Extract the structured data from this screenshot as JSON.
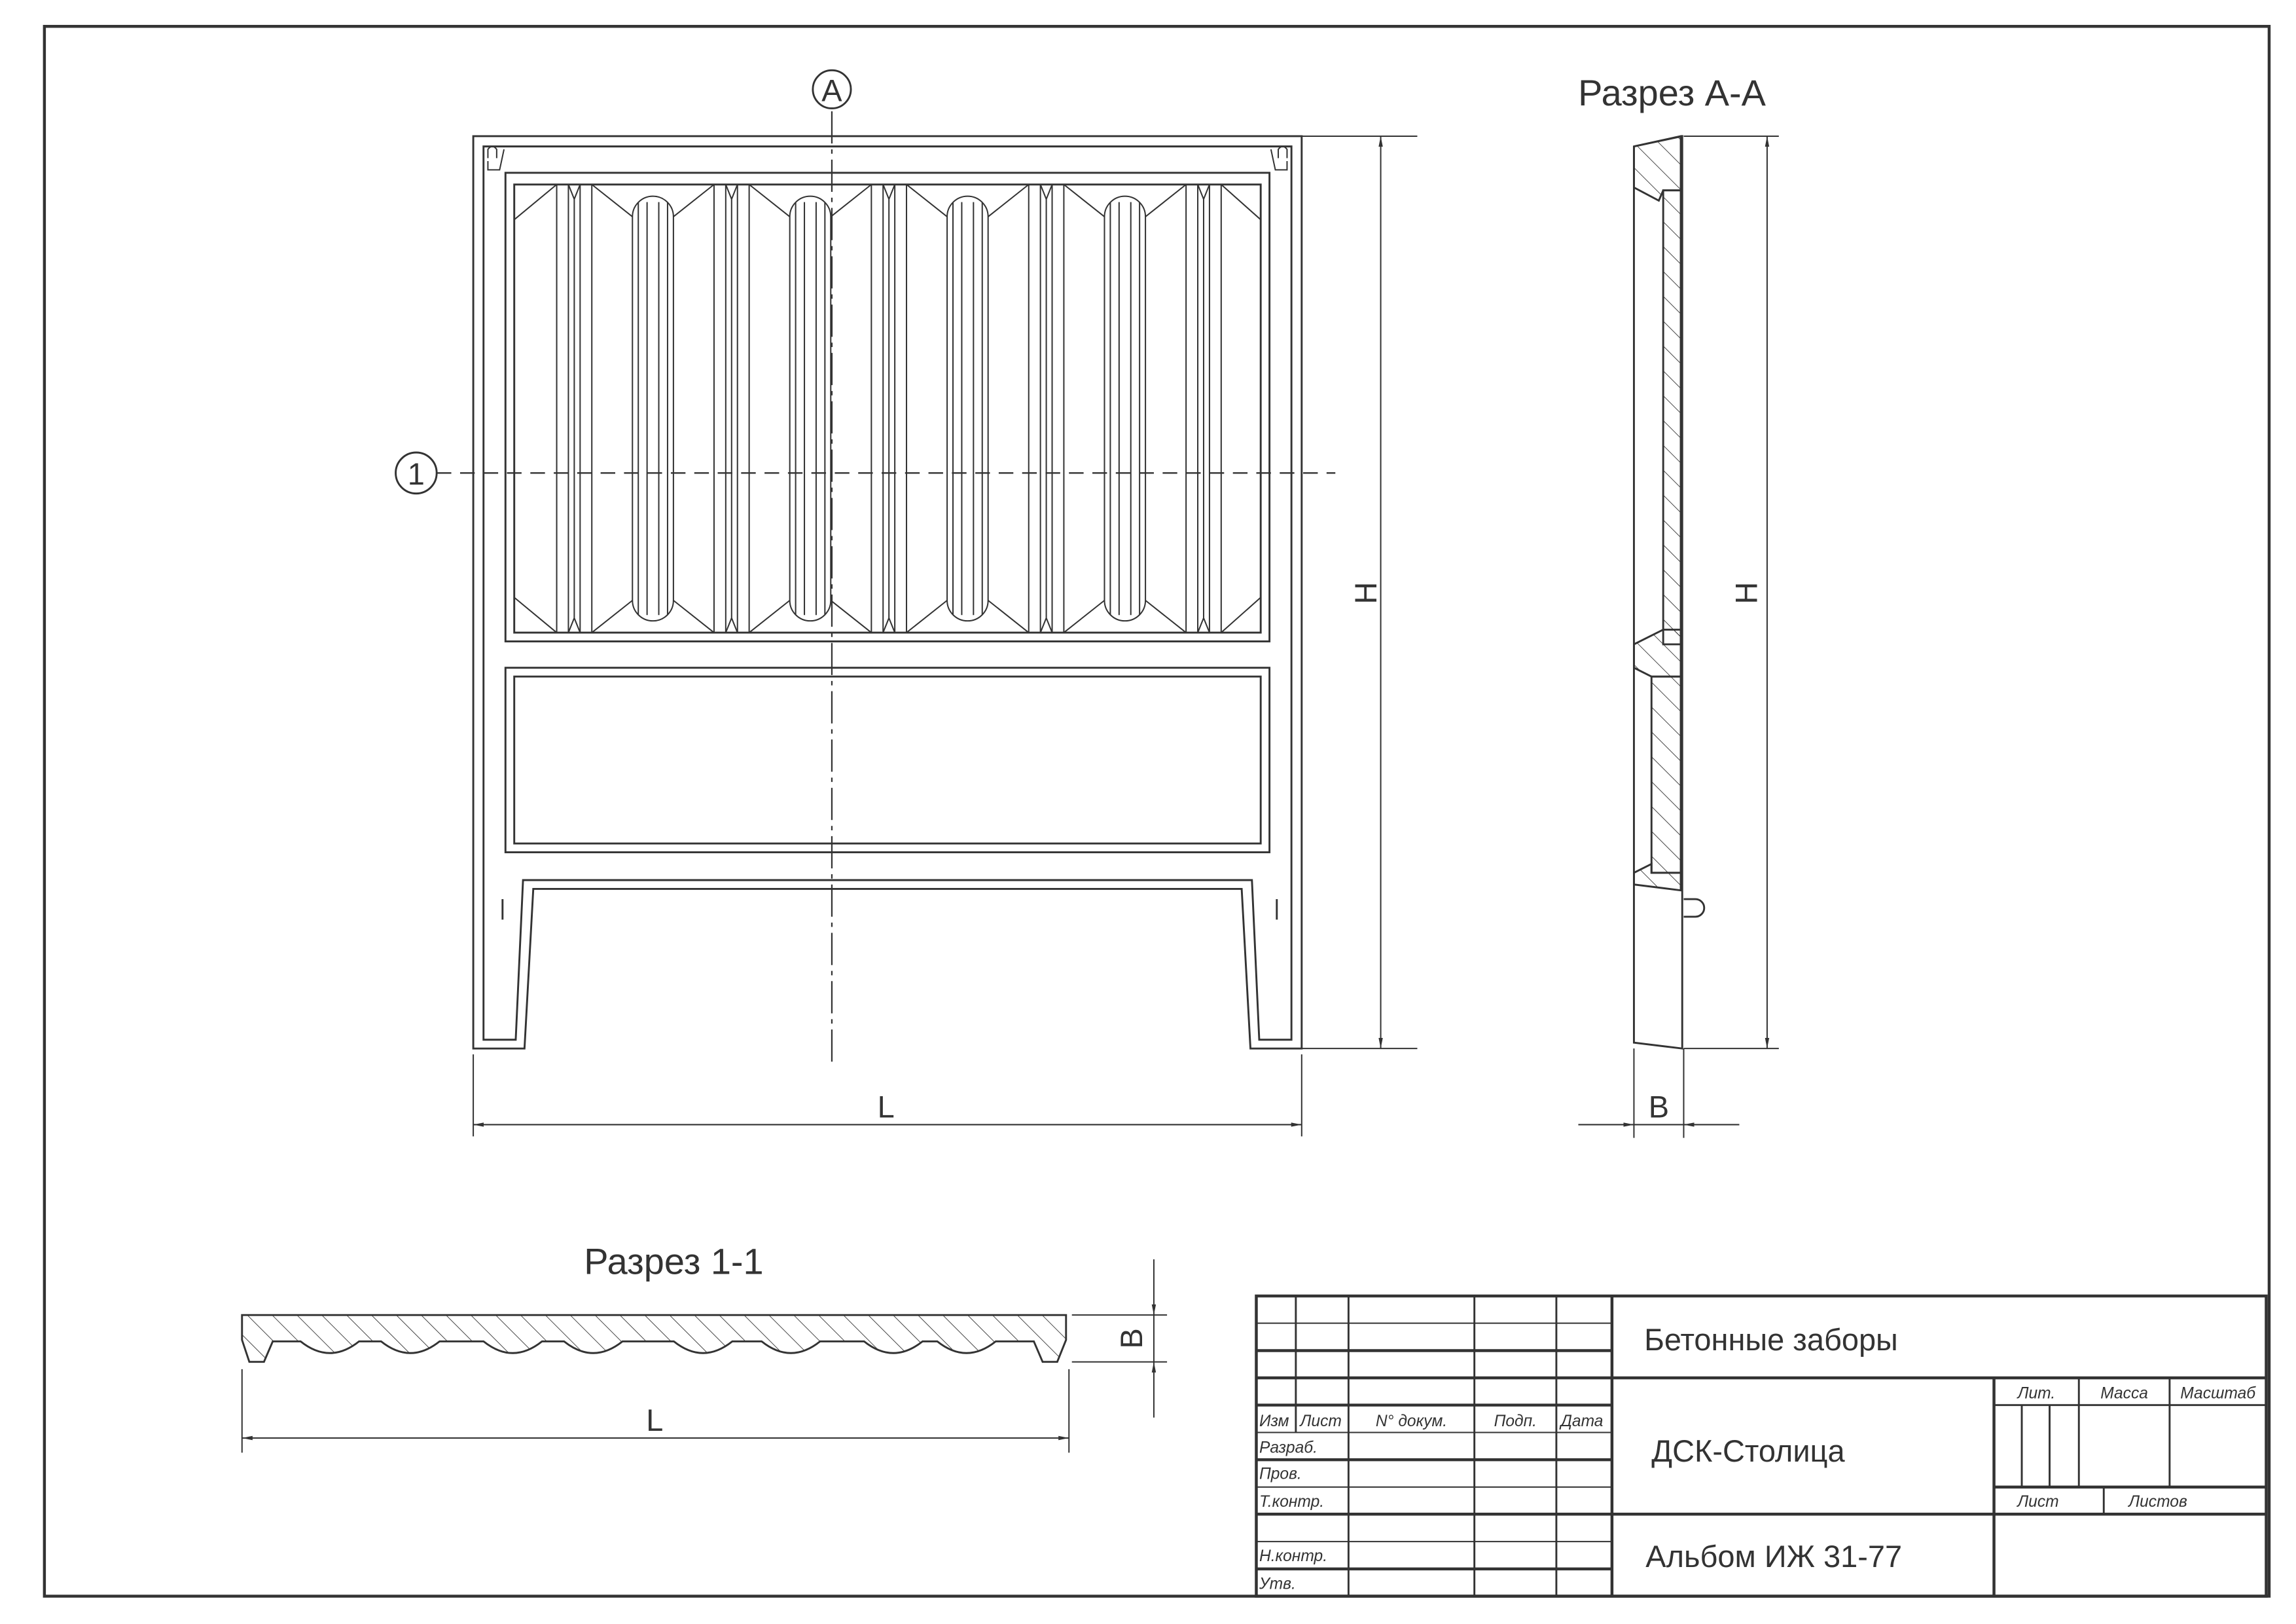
{
  "drawing": {
    "axis_a_label": "A",
    "axis_1_label": "1",
    "dim_height": "H",
    "dim_length": "L",
    "dim_thickness": "B",
    "section_aa_title": "Разрез А-А",
    "section_11_title": "Разрез 1-1"
  },
  "title_block": {
    "title": "Бетонные заборы",
    "organization": "ДСК-Столица",
    "document": "Альбом ИЖ 31-77",
    "headers": {
      "izm": "Изм",
      "list": "Лист",
      "doc_no": "N° докум.",
      "sign": "Подп.",
      "date": "Дата"
    },
    "roles": {
      "developed": "Разраб.",
      "checked": "Пров.",
      "tech_control": "Т.контр.",
      "norm_control": "Н.контр.",
      "approved": "Утв."
    },
    "right": {
      "lit": "Лит.",
      "mass": "Масса",
      "scale": "Масштаб",
      "sheet": "Лист",
      "sheets": "Листов"
    }
  }
}
